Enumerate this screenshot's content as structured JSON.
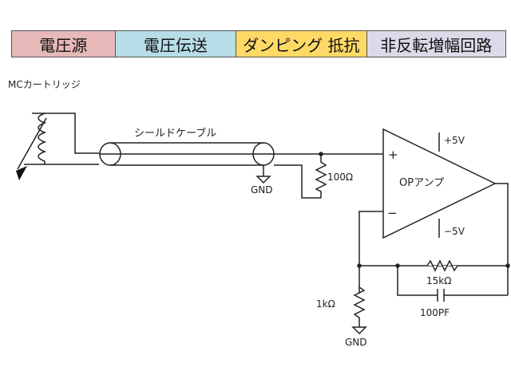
{
  "header": {
    "segments": [
      {
        "label": "電圧源",
        "color": "#e6b8b7"
      },
      {
        "label": "電圧伝送",
        "color": "#b7dde8"
      },
      {
        "label": "ダンピング 抵抗",
        "color": "#ffd966"
      },
      {
        "label": "非反転増幅回路",
        "color": "#ddd9e8"
      }
    ]
  },
  "labels": {
    "cartridge": "MCカートリッジ",
    "cable": "シールドケーブル",
    "gnd_cable": "GND",
    "damping_resistor": "100Ω",
    "opamp": "OPアンプ",
    "plus_input": "+",
    "minus_input": "−",
    "vplus": "+5V",
    "vminus": "−5V",
    "feedback_resistor": "15kΩ",
    "feedback_cap": "100PF",
    "ground_resistor": "1kΩ",
    "gnd_bottom": "GND"
  }
}
